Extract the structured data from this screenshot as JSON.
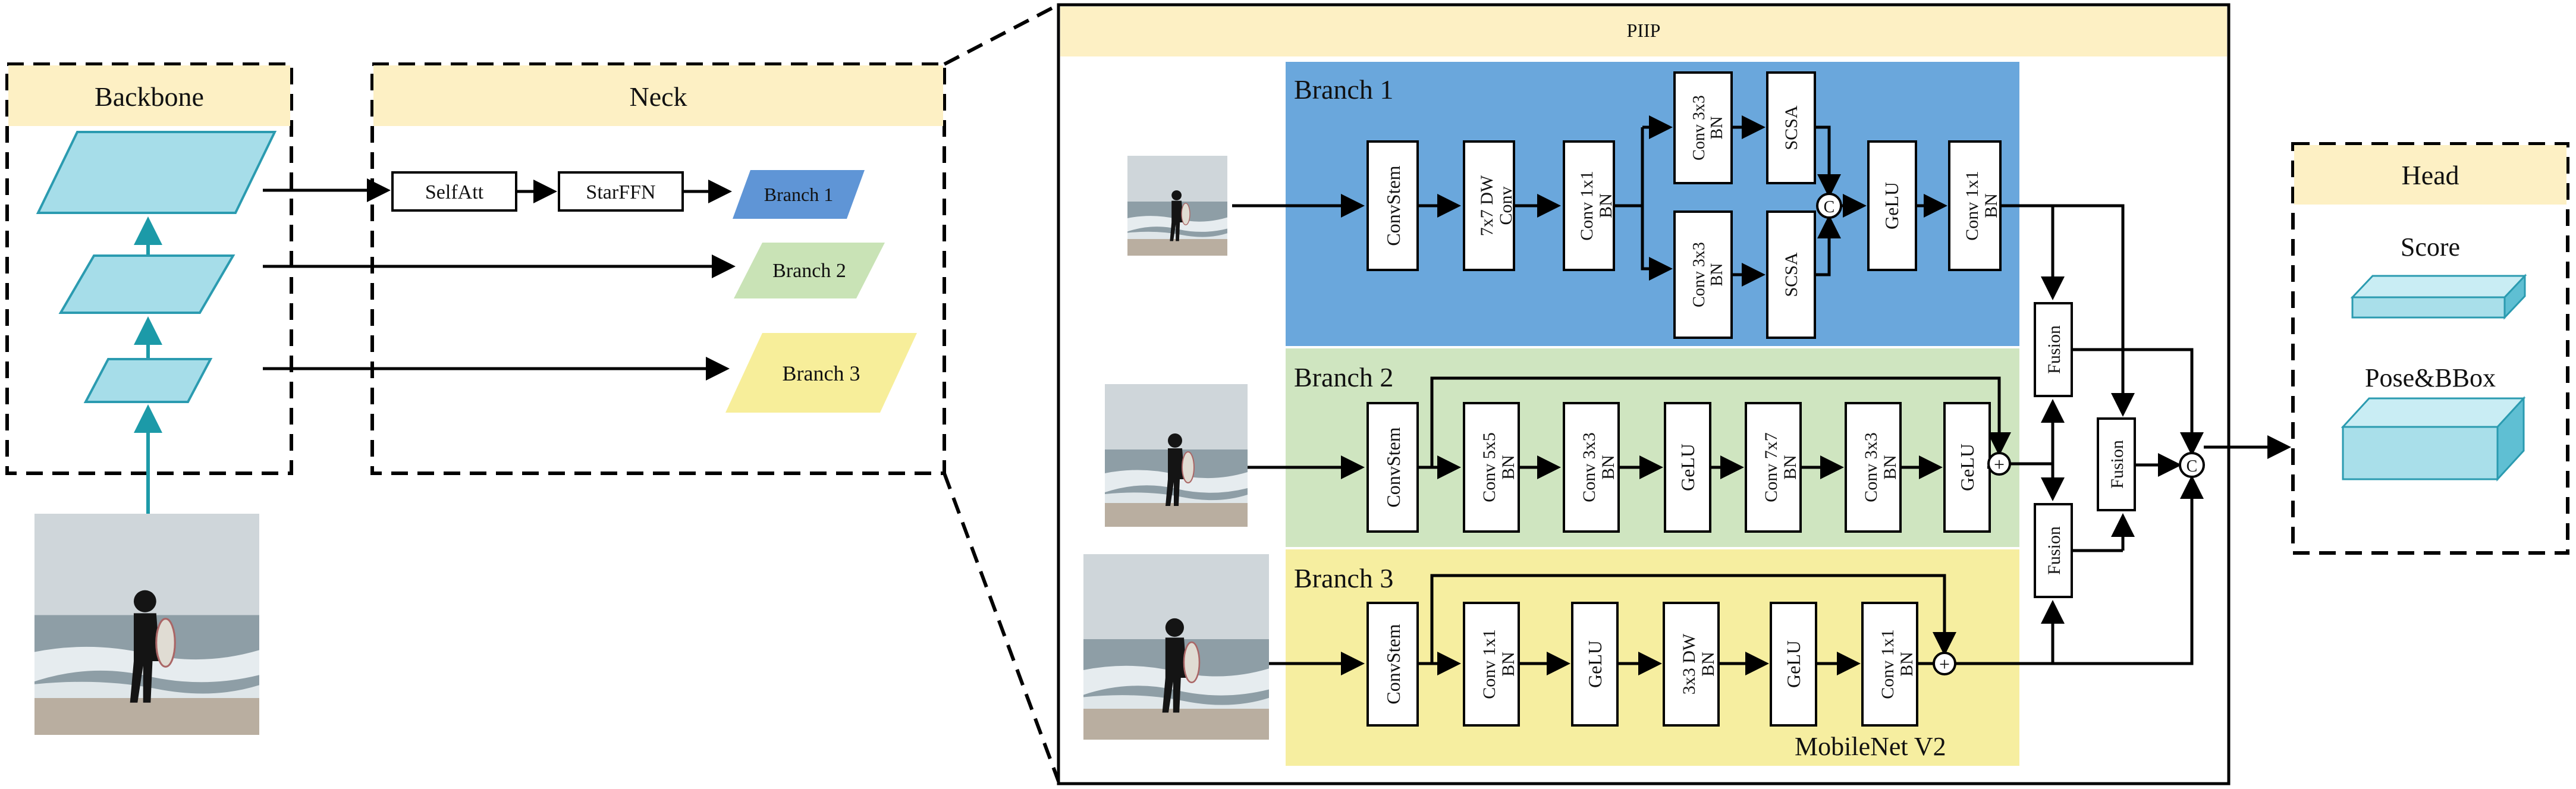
{
  "backbone": {
    "title": "Backbone"
  },
  "neck": {
    "title": "Neck",
    "selfatt": "SelfAtt",
    "starffn": "StarFFN",
    "branch1": "Branch 1",
    "branch2": "Branch 2",
    "branch3": "Branch 3"
  },
  "piip": {
    "title": "PIIP",
    "branch1": {
      "title": "Branch 1",
      "convstem": "ConvStem",
      "dw": [
        "7x7 DW",
        "Conv"
      ],
      "conv1": [
        "Conv 1x1",
        "BN"
      ],
      "conv3a": [
        "Conv 3x3",
        "BN"
      ],
      "conv3b": [
        "Conv 3x3",
        "BN"
      ],
      "scsa_a": "SCSA",
      "scsa_b": "SCSA",
      "concat": "C",
      "gelu": "GeLU",
      "conv_out": [
        "Conv 1x1",
        "BN"
      ]
    },
    "branch2": {
      "title": "Branch 2",
      "convstem": "ConvStem",
      "c5": [
        "Conv 5x5",
        "BN"
      ],
      "c3a": [
        "Conv 3x3",
        "BN"
      ],
      "gelu1": "GeLU",
      "c7": [
        "Conv 7x7",
        "BN"
      ],
      "c3b": [
        "Conv 3x3",
        "BN"
      ],
      "gelu2": "GeLU",
      "add": "+"
    },
    "branch3": {
      "title": "Branch 3",
      "convstem": "ConvStem",
      "c1a": [
        "Conv 1x1",
        "BN"
      ],
      "gelu1": "GeLU",
      "dw": [
        "3x3 DW",
        "BN"
      ],
      "gelu2": "GeLU",
      "c1b": [
        "Conv 1x1",
        "BN"
      ],
      "add": "+",
      "footer": "MobileNet V2"
    },
    "fusion_top": "Fusion",
    "fusion_mid": "Fusion",
    "fusion_bot": "Fusion",
    "concat_final": "C"
  },
  "head": {
    "title": "Head",
    "score": "Score",
    "posebbox": "Pose&BBox"
  },
  "colors": {
    "title_bar": "#fdf0c4",
    "branch1_bg": "#6aa7dc",
    "branch2_bg": "#cfe5c0",
    "branch3_bg": "#f6eea0",
    "backbone_para": "#a6dde9",
    "para_stroke": "#2b9bb0",
    "backbone_arrow": "#1c9aa8",
    "neck_b1": "#5f95d6",
    "neck_b2": "#c9e3b6",
    "neck_b3": "#f7ee9a",
    "cuboid_front": "#a9dfea",
    "cuboid_top": "#c9edf4",
    "cuboid_side": "#5fbfd3",
    "sky": "#cfd6da",
    "sea": "#8e9ea6",
    "foam": "#e6ecef",
    "sand": "#b9aea0",
    "person": "#141414"
  }
}
